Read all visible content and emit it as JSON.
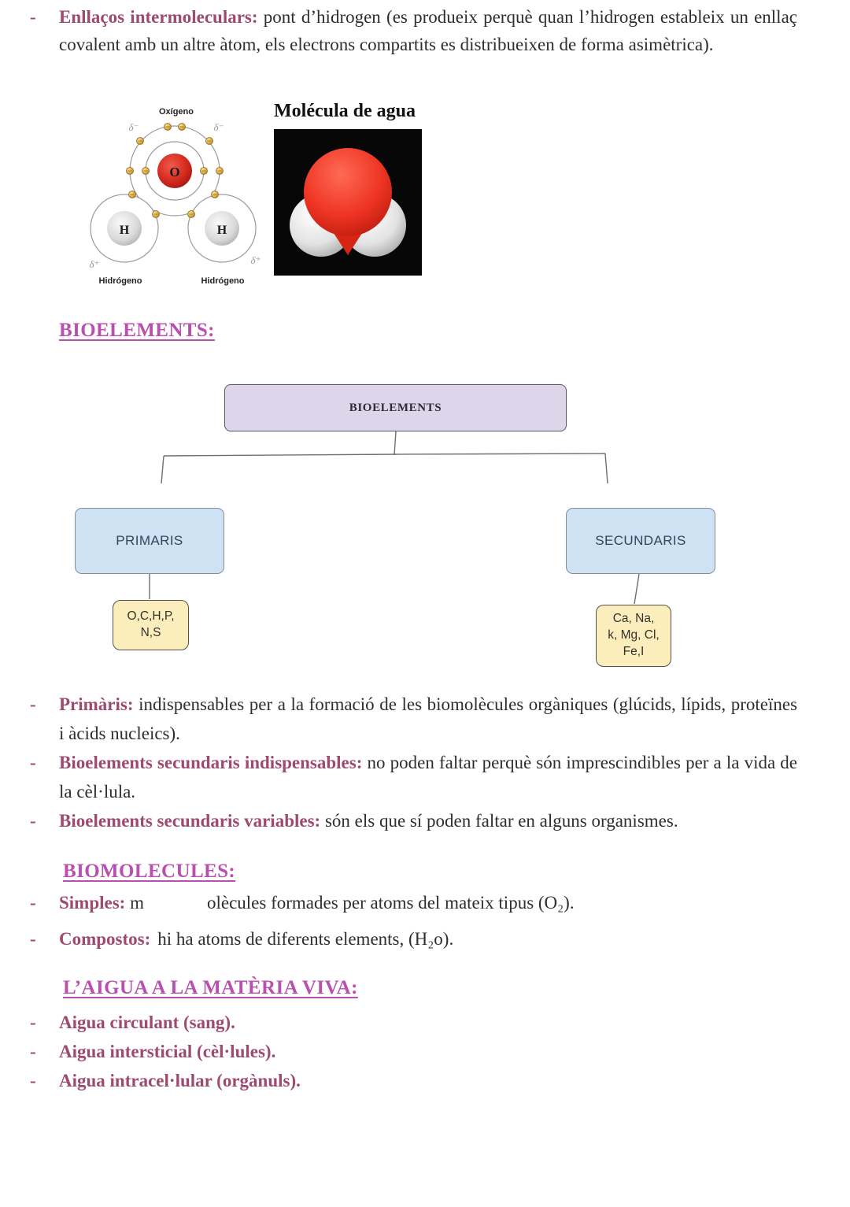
{
  "glyphs": {
    "dash": "-"
  },
  "intro": {
    "term": "Enllaços intermoleculars:",
    "text": "pont d’hidrogen (es produeix perquè quan l’hidrogen estableix un enllaç covalent amb un altre àtom, els electrons compartits es distribueixen de forma asimètrica)."
  },
  "figure": {
    "model_title": "Molécula de agua",
    "oxygen_label": "Oxígeno",
    "oxygen_symbol": "O",
    "hydrogen_symbol": "H",
    "hydrogen_label": "Hidrógeno",
    "delta_minus": "δ⁻",
    "delta_plus": "δ⁺"
  },
  "headings": {
    "bioelements": "BIOELEMENTS:",
    "biomolecules": "BIOMOLECULES:",
    "aigua": "L’AIGUA A LA MATÈRIA VIVA:"
  },
  "flowchart": {
    "root": "BIOELEMENTS",
    "left": {
      "label": "PRIMARIS",
      "detail": "O,C,H,P,\nN,S"
    },
    "right": {
      "label": "SECUNDARIS",
      "detail": "Ca, Na,\nk, Mg, Cl,\nFe,I"
    }
  },
  "bioelements_bullets": [
    {
      "term": "Primàris:",
      "text": "indispensables per a la formació de les biomolècules orgàniques (glúcids, lípids, proteïnes i àcids nucleics)."
    },
    {
      "term": "Bioelements secundaris indispensables:",
      "text": "no poden faltar perquè són imprescindibles per a la vida de la cèl·lula."
    },
    {
      "term": "Bioelements secundaris variables:",
      "text": "són els que sí poden faltar en alguns organismes."
    }
  ],
  "biomolecules_bullets": [
    {
      "term": "Simples:",
      "pre": "m",
      "post": "olècules formades per atoms del mateix tipus (O₂)."
    },
    {
      "term": "Compostos:",
      "text": "hi ha atoms de diferents elements, (H₂o)."
    }
  ],
  "aigua_bullets": [
    "Aigua circulant (sang).",
    "Aigua intersticial (cèl·lules).",
    "Aigua intracel·lular (orgànuls)."
  ],
  "colors": {
    "heading_magenta": "#b94fae",
    "term_plum": "#9e4a6e",
    "body_text": "#2e2e2e",
    "root_box_fill": "#ddd5e9",
    "child_box_fill": "#cfe2f3",
    "leaf_box_fill": "#fceebc",
    "oxygen_red": "#d42a1e",
    "electron_gold": "#e0a83c"
  }
}
